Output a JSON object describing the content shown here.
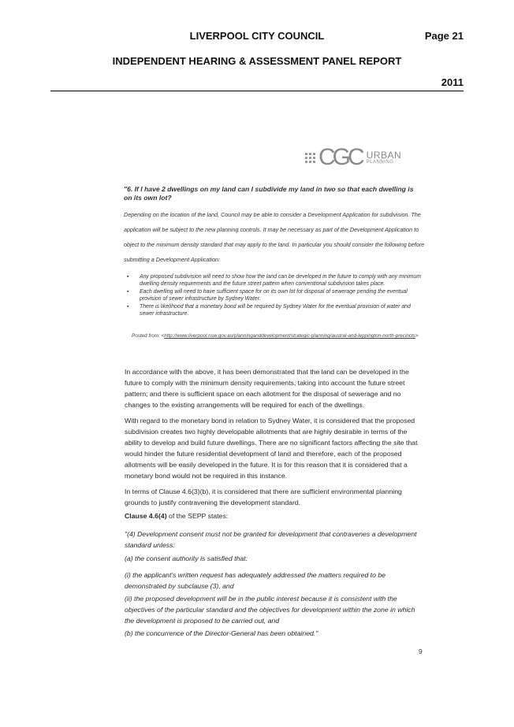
{
  "header": {
    "council": "LIVERPOOL CITY COUNCIL",
    "page": "Page 21",
    "report": "INDEPENDENT HEARING & ASSESSMENT PANEL REPORT",
    "year": "2011"
  },
  "logo": {
    "letters": "CGC",
    "word1": "URBAN",
    "word2": "PLANNING"
  },
  "quote_block": {
    "question": "\"6. If I have 2 dwellings on my land can I subdivide my land in two so that each dwelling is on its own lot?",
    "body": "Depending on the location of the land, Council may be able to consider a Development Application for subdivision. The application will be subject to the new planning controls. It may be necessary as part of the Development Application to object to the minimum density standard that may apply to the land. In particular you should consider the following before submitting a Development Application:",
    "bullets": [
      "Any proposed subdivision will need to show how the land can be developed in the future to comply with any minimum dwelling density requirements and the future street pattern when conventional subdivision takes place.",
      "Each dwelling will need to have sufficient space for on its own lot for disposal of sewerage pending the eventual provision of sewer infrastructure by Sydney Water.",
      "There is likelihood that a monetary bond will be required by Sydney Water for the eventual provision of water and sewer infrastructure."
    ],
    "posted_prefix": "Posted from: <",
    "posted_link": "http://www.liverpool.nsw.gov.au/planninganddevelopment/strategic-planning/austral-and-leppington-north-precincts",
    "posted_suffix": ">"
  },
  "paragraphs": {
    "p1": "In accordance with the above, it has been demonstrated that the land can be developed in the future to comply with the minimum density requirements, taking into account the future street pattern; and there is sufficient space on each allotment for the disposal of sewerage and no changes to the existing arrangements will be required for each of the dwellings.",
    "p2": "With regard to the monetary bond in relation to Sydney Water, it is considered that the proposed subdivision creates two highly developable allotments that are highly desirable in terms of the ability to develop and build future dwellings. There are no significant factors affecting the site that would hinder the future residential development of land and therefore, each of the proposed allotments will be easily developed in the future. It is for this reason that it is considered that a monetary bond would not be required in this instance.",
    "p3": "In terms of Clause 4.6(3)(b), it is considered that there are sufficient environmental planning grounds to justify contravening the development standard.",
    "p4_bold": "Clause 4.6(4)",
    "p4_rest": " of the SEPP states:",
    "p5": "\"(4) Development consent must not be granted for development that contravenes a development standard unless:",
    "p6": "(a) the consent authority is satisfied that:",
    "p7": "(i) the applicant's written request has adequately addressed the matters required to be demonstrated by subclause (3), and",
    "p8": "(ii) the proposed development will be in the public interest because it is consistent with the objectives of the particular standard and the objectives for development within the zone in which the development is proposed to be carried out, and",
    "p9": "(b) the concurrence of the Director-General has been obtained.\""
  },
  "page_number": "9"
}
